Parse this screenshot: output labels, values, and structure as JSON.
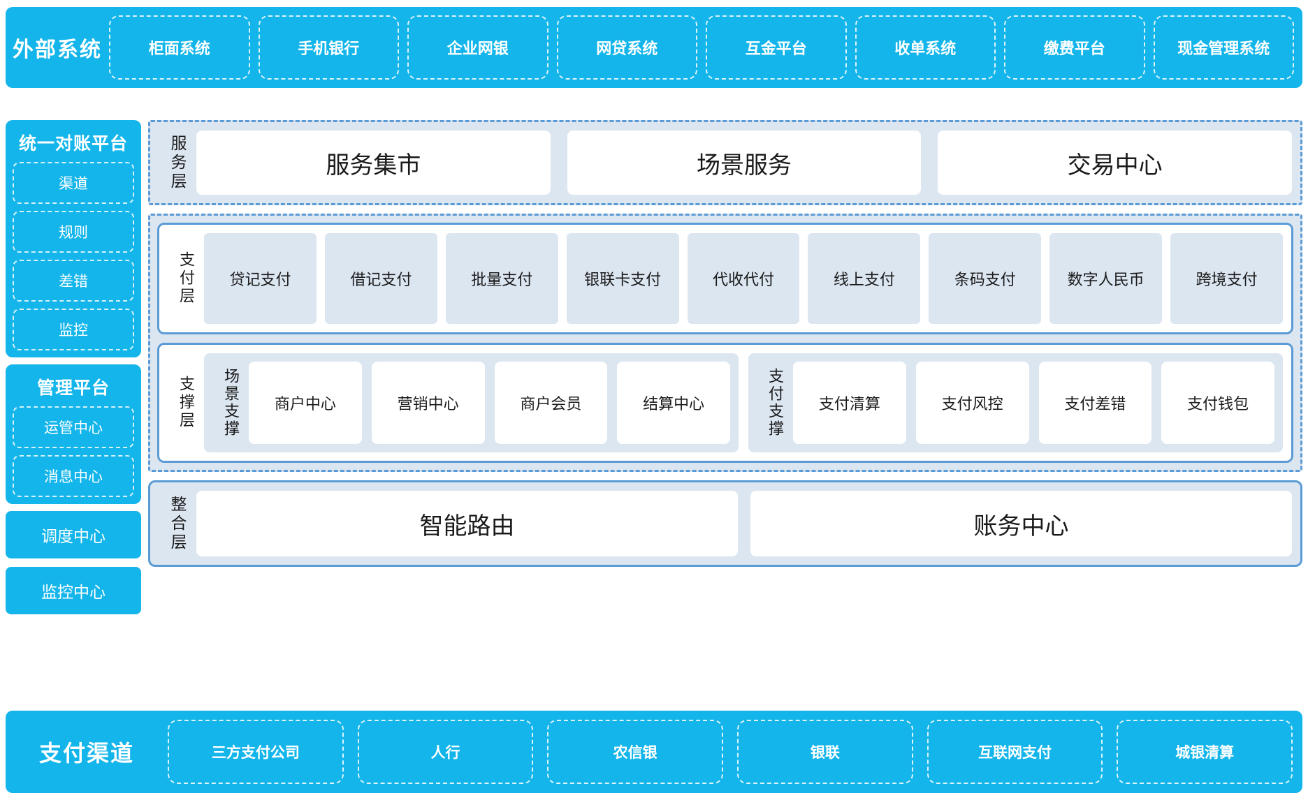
{
  "external": {
    "title": "外部系统",
    "items": [
      "柜面系统",
      "手机银行",
      "企业网银",
      "网贷系统",
      "互金平台",
      "收单系统",
      "缴费平台",
      "现金管理系统"
    ]
  },
  "sidebar": {
    "groups": [
      {
        "title": "统一对账平台",
        "items": [
          "渠道",
          "规则",
          "差错",
          "监控"
        ]
      },
      {
        "title": "管理平台",
        "items": [
          "运管中心",
          "消息中心"
        ]
      }
    ],
    "standalone": [
      "调度中心",
      "监控中心"
    ]
  },
  "service_layer": {
    "label": "服务层",
    "cards": [
      "服务集市",
      "场景服务",
      "交易中心"
    ]
  },
  "payment_layer": {
    "label": "支付层",
    "cards": [
      "贷记支付",
      "借记支付",
      "批量支付",
      "银联卡支付",
      "代收代付",
      "线上支付",
      "条码支付",
      "数字人民币",
      "跨境支付"
    ]
  },
  "support_layer": {
    "label": "支撑层",
    "groups": [
      {
        "label": "场景支撑",
        "cards": [
          "商户中心",
          "营销中心",
          "商户会员",
          "结算中心"
        ]
      },
      {
        "label": "支付支撑",
        "cards": [
          "支付清算",
          "支付风控",
          "支付差错",
          "支付钱包"
        ]
      }
    ]
  },
  "integration_layer": {
    "label": "整合层",
    "cards": [
      "智能路由",
      "账务中心"
    ]
  },
  "channels": {
    "title": "支付渠道",
    "items": [
      "三方支付公司",
      "人行",
      "农信银",
      "银联",
      "互联网支付",
      "城银清算"
    ]
  },
  "colors": {
    "cyan": "#13b5ea",
    "panel_blue": "#5b9bd5",
    "light_blue": "#dce6f1",
    "white": "#ffffff"
  }
}
